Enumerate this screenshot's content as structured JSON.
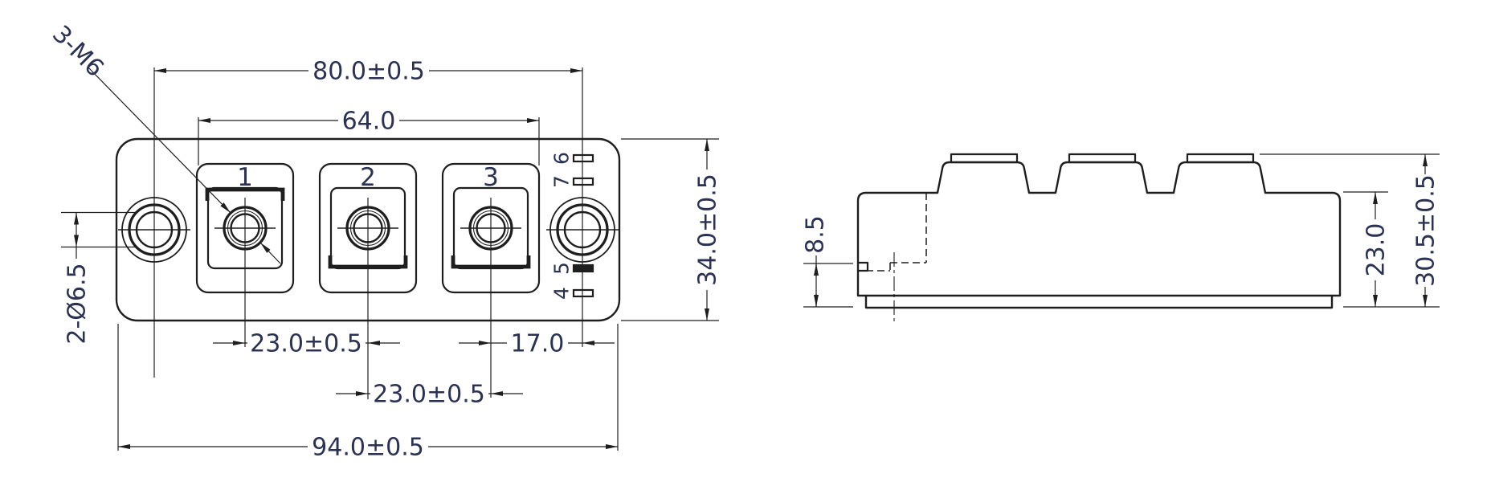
{
  "front_view": {
    "terminals": [
      "1",
      "2",
      "3"
    ],
    "pins": [
      "6",
      "7",
      "5",
      "4"
    ],
    "dims": {
      "top_span": "80.0±0.5",
      "terminal_span": "64.0",
      "overall_width": "94.0±0.5",
      "pitch_t1_t2": "23.0±0.5",
      "pitch_t2_t3": "23.0±0.5",
      "t3_to_hole": "17.0",
      "overall_height": "34.0±0.5",
      "hole_callout": "2-Ø6.5",
      "thread_callout": "3-M6"
    }
  },
  "side_view": {
    "dims": {
      "step_height": "8.5",
      "body_height": "23.0",
      "overall_height": "30.5±0.5"
    }
  },
  "colors": {
    "line": "#1e1e1e",
    "text": "#2a3153",
    "background": "#ffffff"
  }
}
